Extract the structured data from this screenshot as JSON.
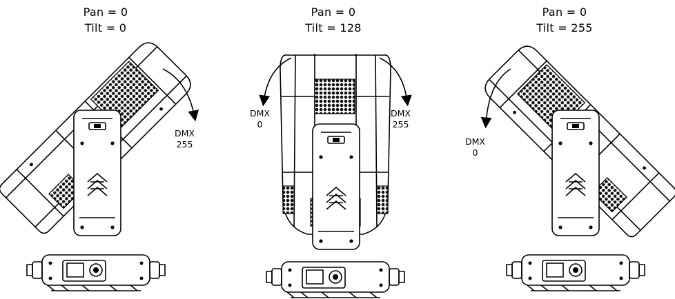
{
  "panels": [
    {
      "caption": {
        "pan": "Pan = 0",
        "tilt": "Tilt = 0"
      },
      "arrow_labels": [
        {
          "line1": "DMX",
          "line2": "255"
        }
      ]
    },
    {
      "caption": {
        "pan": "Pan = 0",
        "tilt": "Tilt = 128"
      },
      "arrow_labels": [
        {
          "line1": "DMX",
          "line2": "0"
        },
        {
          "line1": "DMX",
          "line2": "255"
        }
      ]
    },
    {
      "caption": {
        "pan": "Pan = 0",
        "tilt": "Tilt = 255"
      },
      "arrow_labels": [
        {
          "line1": "DMX",
          "line2": "0"
        }
      ]
    }
  ]
}
